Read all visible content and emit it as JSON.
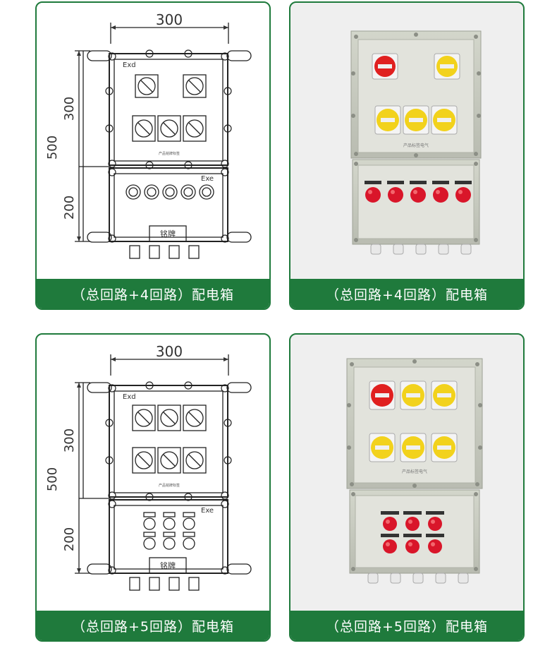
{
  "products": [
    {
      "caption": "（总回路+4回路）配电箱",
      "drawing": {
        "width": "300",
        "height_total": "500",
        "height_top": "300",
        "height_bottom": "200",
        "zone_top": "Exd",
        "zone_bottom": "Exe",
        "nameplate": "铭牌",
        "maker": "产品铭牌标签"
      },
      "photo": {
        "maker": "产品标签电气"
      }
    },
    {
      "caption": "（总回路+4回路）配电箱"
    },
    {
      "caption": "（总回路+5回路）配电箱",
      "drawing": {
        "width": "300",
        "height_total": "500",
        "height_top": "300",
        "height_bottom": "200",
        "zone_top": "Exd",
        "zone_bottom": "Exe",
        "nameplate": "铭牌",
        "maker": "产品铭牌标签"
      },
      "photo": {
        "maker": "产品标签电气"
      }
    },
    {
      "caption": "（总回路+5回路）配电箱"
    }
  ],
  "colors": {
    "brand_green": "#1f7a3c",
    "red_switch": "#e02020",
    "yellow_switch": "#f2d21c",
    "indicator_red": "#d9162a",
    "enclosure_gray": "#c9ccc0"
  }
}
